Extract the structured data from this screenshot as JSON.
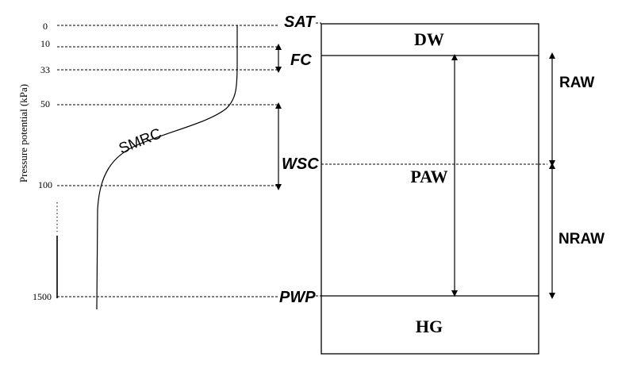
{
  "y_axis": {
    "label": "Pressure potential (kPa)",
    "ticks": [
      "0",
      "10",
      "33",
      "50",
      "100",
      "1500"
    ]
  },
  "levels": {
    "sat": "SAT",
    "fc": "FC",
    "wsc": "WSC",
    "pwp": "PWP"
  },
  "curve_label": "SMRC",
  "zones": {
    "dw": "DW",
    "paw": "PAW",
    "hg": "HG"
  },
  "side_labels": {
    "raw": "RAW",
    "nraw": "NRAW"
  }
}
